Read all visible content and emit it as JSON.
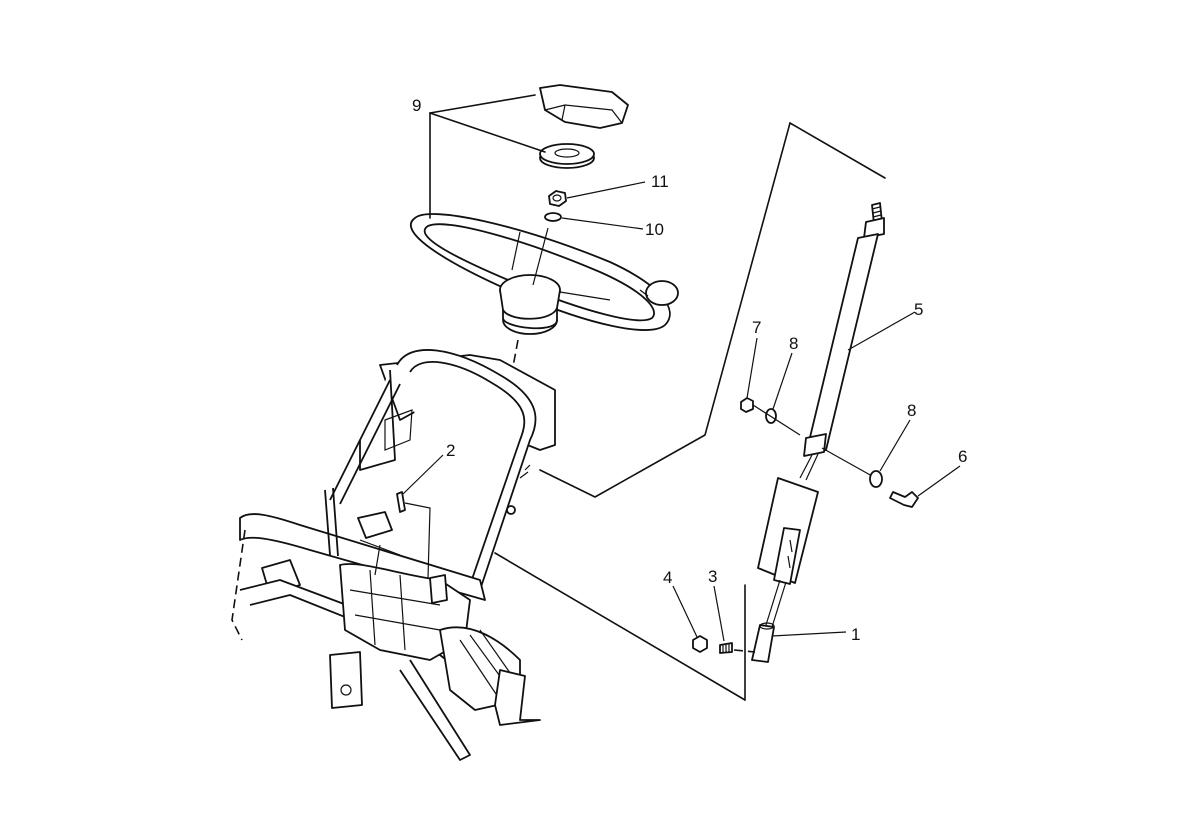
{
  "callouts": [
    {
      "id": "c1",
      "label": "1"
    },
    {
      "id": "c2",
      "label": "2"
    },
    {
      "id": "c3",
      "label": "3"
    },
    {
      "id": "c4",
      "label": "4"
    },
    {
      "id": "c5",
      "label": "5"
    },
    {
      "id": "c6",
      "label": "6"
    },
    {
      "id": "c7",
      "label": "7"
    },
    {
      "id": "c8a",
      "label": "8"
    },
    {
      "id": "c8b",
      "label": "8"
    },
    {
      "id": "c9",
      "label": "9"
    },
    {
      "id": "c10",
      "label": "10"
    },
    {
      "id": "c11",
      "label": "11"
    }
  ]
}
